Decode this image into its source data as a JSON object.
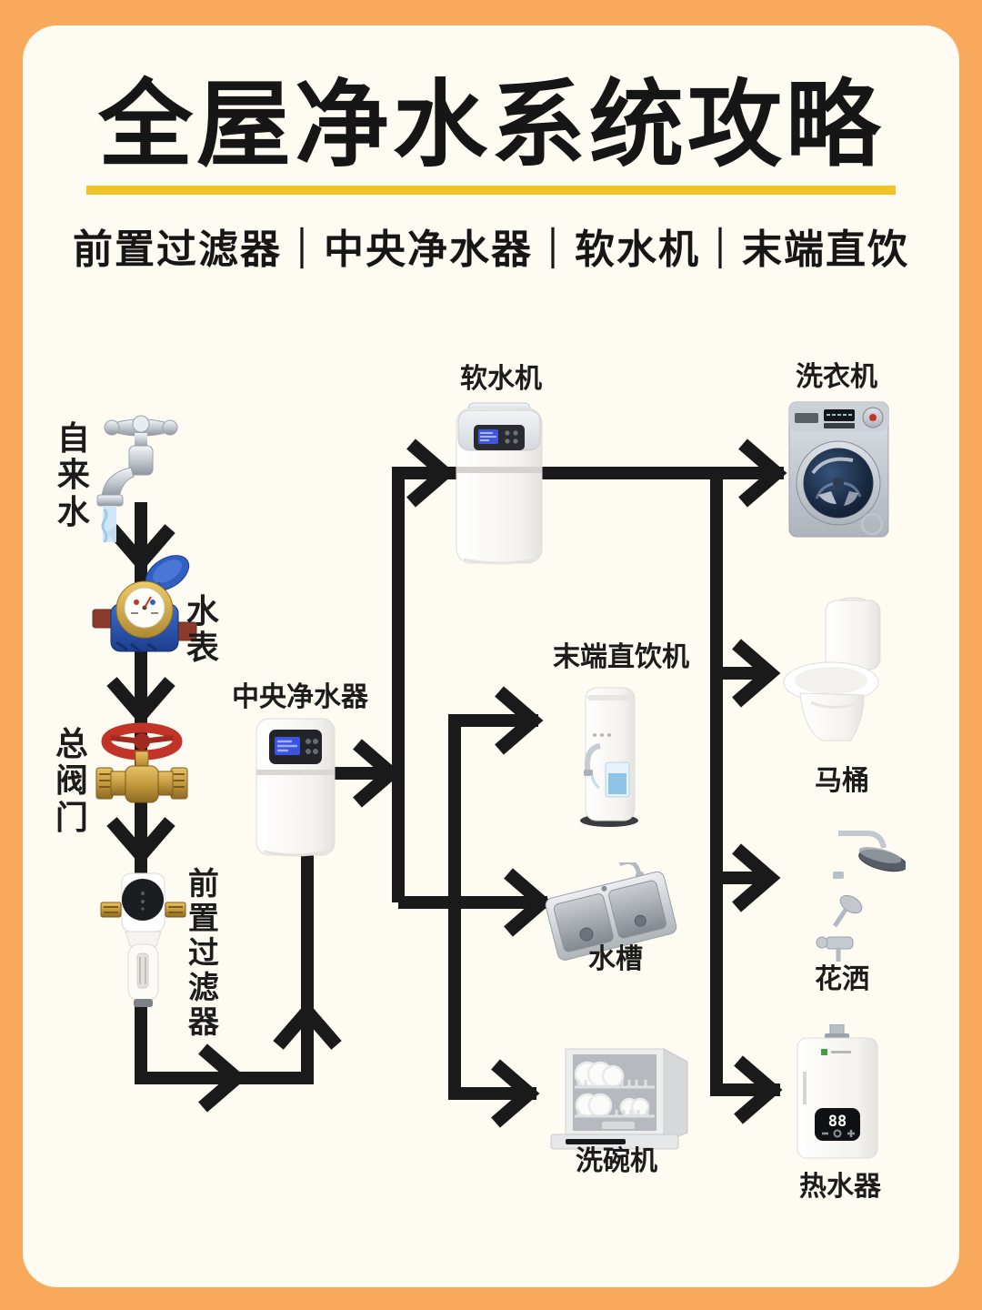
{
  "theme": {
    "frame_color": "#F8A95B",
    "card_color": "#FEFBF3",
    "line_color": "#1A1A1A",
    "underline_color": "#F0C32B",
    "text_color": "#161616"
  },
  "header": {
    "title": "全屋净水系统攻略",
    "subtitle": "前置过滤器｜中央净水器｜软水机｜末端直饮"
  },
  "nodes": {
    "tap_water": {
      "label": "自来水"
    },
    "water_meter": {
      "label": "水表"
    },
    "main_valve": {
      "label": "总阀门"
    },
    "pre_filter": {
      "label": "前置过滤器"
    },
    "central_purifier": {
      "label": "中央净水器"
    },
    "softener": {
      "label": "软水机"
    },
    "drinking_machine": {
      "label": "末端直饮机"
    },
    "sink": {
      "label": "水槽"
    },
    "dishwasher": {
      "label": "洗碗机"
    },
    "washing_machine": {
      "label": "洗衣机"
    },
    "toilet": {
      "label": "马桶"
    },
    "shower": {
      "label": "花洒"
    },
    "water_heater": {
      "label": "热水器",
      "display_value": "88"
    }
  },
  "flow": [
    {
      "from": "自来水",
      "to": "水表"
    },
    {
      "from": "水表",
      "to": "总阀门"
    },
    {
      "from": "总阀门",
      "to": "前置过滤器"
    },
    {
      "from": "前置过滤器",
      "to": "中央净水器"
    },
    {
      "from": "中央净水器",
      "to": "软水机"
    },
    {
      "from": "中央净水器",
      "to": "末端直饮机"
    },
    {
      "from": "中央净水器",
      "to": "水槽"
    },
    {
      "from": "中央净水器",
      "to": "洗碗机"
    },
    {
      "from": "软水机",
      "to": "洗衣机"
    },
    {
      "from": "软水机",
      "to": "马桶"
    },
    {
      "from": "软水机",
      "to": "花洒"
    },
    {
      "from": "软水机",
      "to": "热水器"
    }
  ]
}
